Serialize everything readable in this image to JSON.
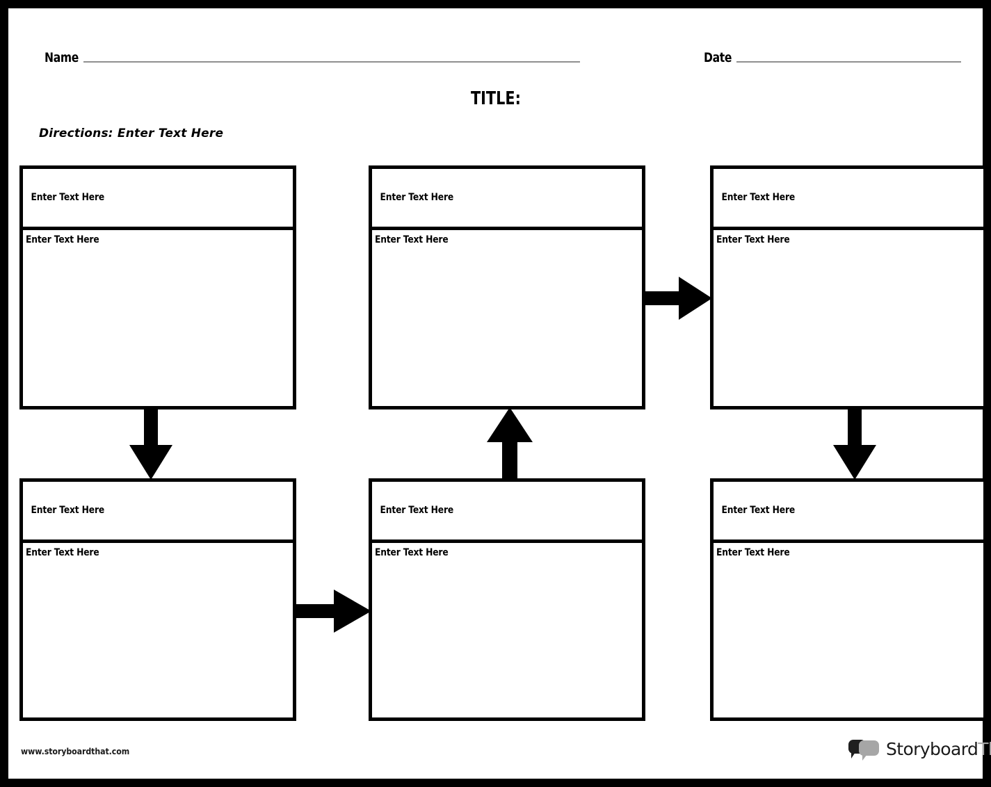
{
  "header": {
    "name_label": "Name",
    "date_label": "Date",
    "title": "TITLE:",
    "directions": "Directions: Enter Text Here"
  },
  "cells": [
    {
      "id": "r1c1",
      "header_text": "Enter Text Here",
      "body_text": "Enter Text Here"
    },
    {
      "id": "r1c2",
      "header_text": "Enter Text Here",
      "body_text": "Enter Text Here"
    },
    {
      "id": "r1c3",
      "header_text": "Enter Text Here",
      "body_text": "Enter Text Here"
    },
    {
      "id": "r2c1",
      "header_text": "Enter Text Here",
      "body_text": "Enter Text Here"
    },
    {
      "id": "r2c2",
      "header_text": "Enter Text Here",
      "body_text": "Enter Text Here"
    },
    {
      "id": "r2c3",
      "header_text": "Enter Text Here",
      "body_text": "Enter Text Here"
    }
  ],
  "arrows": [
    {
      "id": "r1-c2-to-c3",
      "direction": "right"
    },
    {
      "id": "r2-c1-to-c2",
      "direction": "right"
    },
    {
      "id": "c1-r1-to-r2",
      "direction": "down"
    },
    {
      "id": "c3-r1-to-r2",
      "direction": "down"
    },
    {
      "id": "c2-r2-to-r1",
      "direction": "up"
    }
  ],
  "footer": {
    "url": "www.storyboardthat.com",
    "logo_primary": "Storyboard",
    "logo_secondary": "That"
  },
  "colors": {
    "frame": "#000000",
    "page": "#ffffff",
    "ink": "#000000",
    "rule": "#8f8f8f",
    "logo_gray": "#a6a6a6"
  }
}
